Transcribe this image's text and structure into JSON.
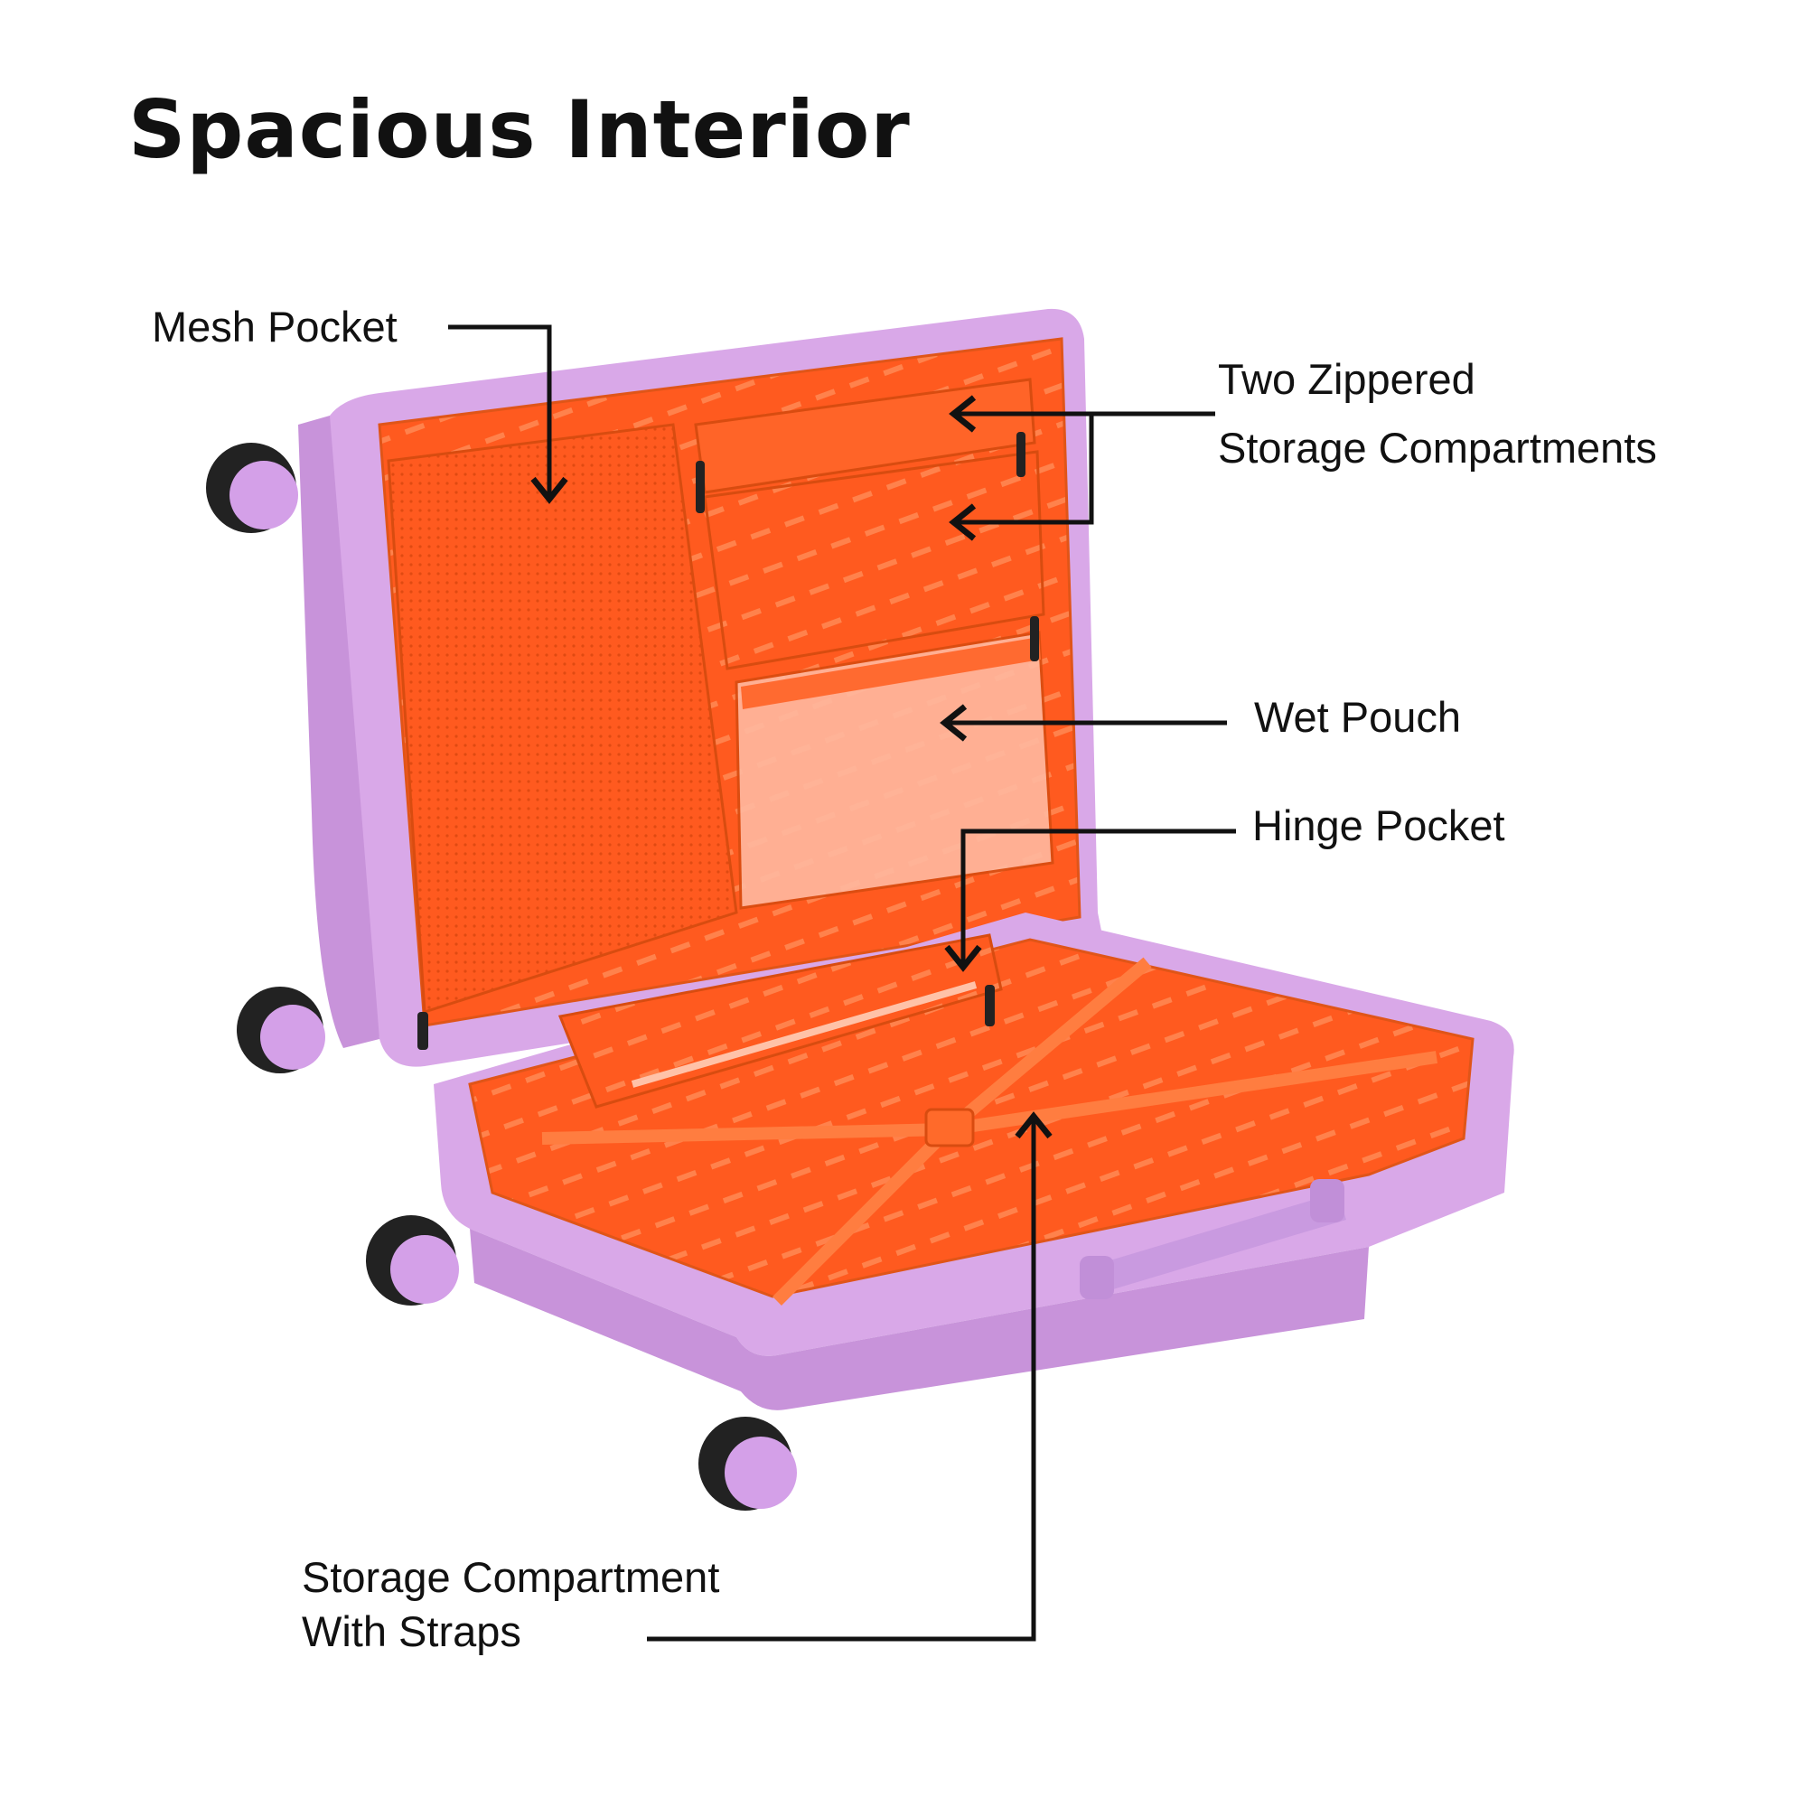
{
  "title": "Spacious Interior",
  "callouts": {
    "mesh_pocket": "Mesh Pocket",
    "zippered_line1": "Two Zippered",
    "zippered_line2": "Storage  Compartments",
    "wet_pouch": "Wet Pouch",
    "hinge_pocket": "Hinge Pocket",
    "straps_line1": "Storage Compartment",
    "straps_line2": "With Straps"
  },
  "colors": {
    "shell": "#d9a8e8",
    "lining": "#ff5a1f",
    "text": "#111111"
  }
}
